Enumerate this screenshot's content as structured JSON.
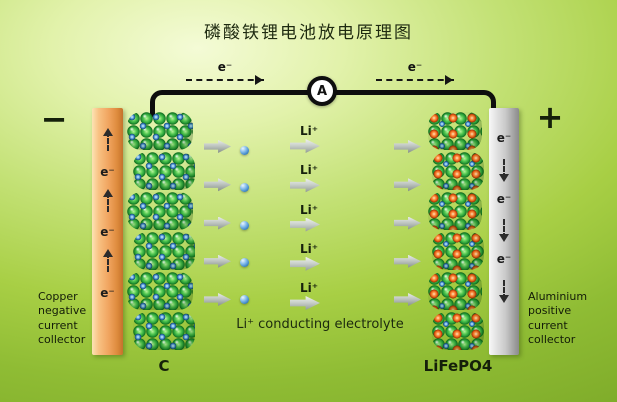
{
  "title": "磷酸铁锂电池放电原理图",
  "circuit": {
    "ammeter": "A",
    "left_electron": "e⁻",
    "right_electron": "e⁻"
  },
  "negative": {
    "sign": "−",
    "collector_caption": "Copper negative current collector",
    "electrons": [
      "e⁻",
      "e⁻",
      "e⁻"
    ],
    "electrode": "C"
  },
  "positive": {
    "sign": "+",
    "collector_caption": "Aluminium positive current collector",
    "electrons": [
      "e⁻",
      "e⁻",
      "e⁻"
    ],
    "electrode": "LiFePO4"
  },
  "electrolyte": {
    "ions": [
      "Li⁺",
      "Li⁺",
      "Li⁺",
      "Li⁺",
      "Li⁺"
    ],
    "caption": "Li⁺ conducting electrolyte"
  },
  "colors": {
    "background_green": "#a8cf45",
    "copper_collector": "#f0a35e",
    "aluminium_collector": "#c9c9c9",
    "graphite_sphere": "#2ba13a",
    "lithium_ion_sphere": "#3b83c4",
    "iron_phosphate_sphere": "#e65b12",
    "wire": "#0e0e0e"
  }
}
